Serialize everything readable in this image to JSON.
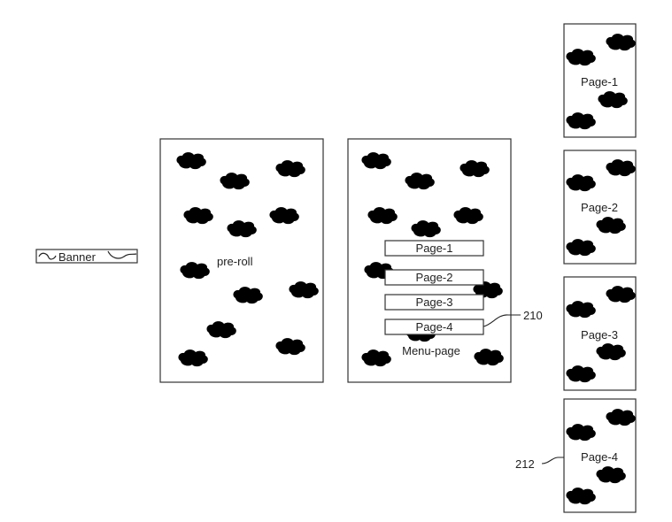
{
  "banner": {
    "label": "Banner"
  },
  "preroll": {
    "label": "pre-roll"
  },
  "menu": {
    "label": "Menu-page",
    "items": [
      "Page-1",
      "Page-2",
      "Page-3",
      "Page-4"
    ],
    "ref": "210"
  },
  "pages": [
    {
      "label": "Page-1"
    },
    {
      "label": "Page-2"
    },
    {
      "label": "Page-3"
    },
    {
      "label": "Page-4"
    }
  ],
  "pages_ref": "212"
}
